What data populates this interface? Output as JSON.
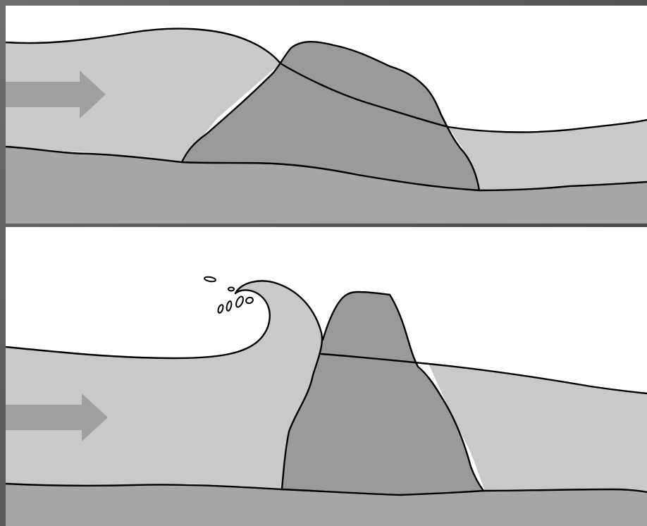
{
  "diagram": {
    "panels": [
      {
        "name": "wave-over-submerged-reef",
        "flow_direction": "right"
      },
      {
        "name": "wave-breaking-on-emergent-rock",
        "flow_direction": "right"
      }
    ]
  },
  "colors": {
    "background": "#ffffff",
    "water": "#c9c9c9",
    "rock": "#9a9a9a",
    "seabed": "#a6a6a6",
    "arrow": "#a0a0a0",
    "outline": "#000000"
  }
}
